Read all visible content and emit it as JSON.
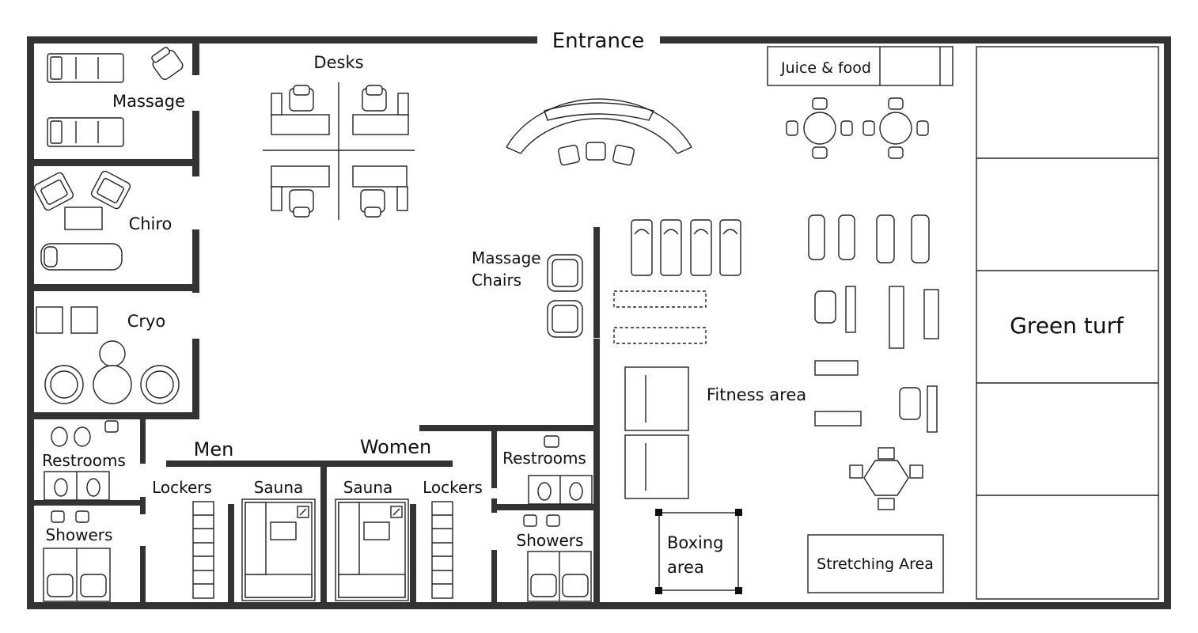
{
  "floorplan": {
    "entrance_label": "Entrance",
    "rooms": {
      "massage": "Massage",
      "chiro": "Chiro",
      "cryo": "Cryo",
      "desks": "Desks",
      "juice_food": "Juice & food",
      "massage_chairs_line1": "Massage",
      "massage_chairs_line2": "Chairs",
      "fitness": "Fitness area",
      "green_turf": "Green turf",
      "restrooms_left": "Restrooms",
      "showers_left": "Showers",
      "men": "Men",
      "women": "Women",
      "lockers_men": "Lockers",
      "sauna_men": "Sauna",
      "sauna_women": "Sauna",
      "lockers_women": "Lockers",
      "restrooms_right": "Restrooms",
      "showers_right": "Showers",
      "boxing_line1": "Boxing",
      "boxing_line2": "area",
      "stretching": "Stretching Area"
    },
    "colors": {
      "wall": "#333333",
      "line": "#222222",
      "background": "#ffffff"
    },
    "icons": [
      "massage-table-icon",
      "office-chair-icon",
      "desk-icon",
      "reception-counter-icon",
      "round-table-icon",
      "treadmill-icon",
      "exercise-bike-icon",
      "dumbbell-rack-icon",
      "weight-machine-icon",
      "barbell-icon",
      "weight-bench-icon",
      "multi-station-icon",
      "armchair-icon",
      "chiro-table-icon",
      "cryo-chamber-icon",
      "urinal-icon",
      "toilet-icon",
      "sink-icon",
      "shower-icon",
      "locker-icon",
      "sauna-bench-icon",
      "heater-icon",
      "boxing-ring-icon"
    ]
  }
}
